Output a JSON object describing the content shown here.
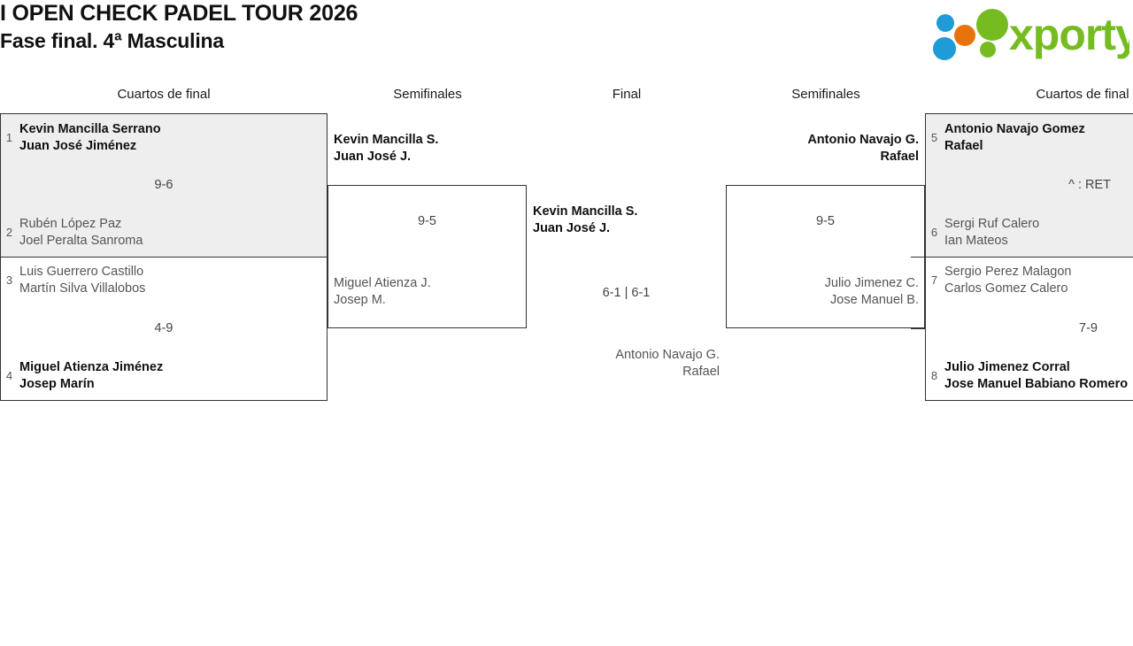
{
  "header": {
    "tournament_title": "I OPEN CHECK PADEL TOUR 2026",
    "phase_title": "Fase final. 4ª Masculina",
    "logo": {
      "wordmark": "xporty",
      "dot_colors": [
        "#1f9bd8",
        "#e8730c",
        "#76bc21"
      ],
      "text_color": "#76bc21"
    }
  },
  "columns": {
    "qf_left": "Cuartos de final",
    "sf_left": "Semifinales",
    "final": "Final",
    "sf_right": "Semifinales",
    "qf_right": "Cuartos de final"
  },
  "colors": {
    "box_border": "#333333",
    "box_fill_highlight": "#eeeeee",
    "winner_text": "#111111",
    "loser_text": "#555555",
    "score_text": "#444444"
  },
  "bracket": {
    "qf_left": [
      {
        "id": "qf1",
        "score": "9-6",
        "teams": [
          {
            "seed": "1",
            "p1": "Kevin Mancilla Serrano",
            "p2": "Juan José Jiménez",
            "result": "winner"
          },
          {
            "seed": "2",
            "p1": "Rubén López Paz",
            "p2": "Joel Peralta Sanroma",
            "result": "loser"
          }
        ]
      },
      {
        "id": "qf2",
        "score": "4-9",
        "teams": [
          {
            "seed": "3",
            "p1": "Luis Guerrero Castillo",
            "p2": "Martín Silva Villalobos",
            "result": "loser"
          },
          {
            "seed": "4",
            "p1": "Miguel Atienza Jiménez",
            "p2": "Josep Marín",
            "result": "winner"
          }
        ]
      }
    ],
    "sf_left": {
      "id": "sf1",
      "score": "9-5",
      "teams": [
        {
          "seed": "",
          "p1": "Kevin Mancilla S.",
          "p2": "Juan José J.",
          "result": "winner"
        },
        {
          "seed": "",
          "p1": "Miguel Atienza J.",
          "p2": "Josep M.",
          "result": "loser"
        }
      ]
    },
    "final": {
      "id": "final",
      "score": "6-1 | 6-1",
      "teams": [
        {
          "seed": "",
          "p1": "Kevin Mancilla S.",
          "p2": "Juan José J.",
          "result": "winner"
        },
        {
          "seed": "",
          "p1": "Antonio Navajo G.",
          "p2": "Rafael",
          "result": "loser"
        }
      ]
    },
    "sf_right": {
      "id": "sf2",
      "score": "9-5",
      "teams": [
        {
          "seed": "",
          "p1": "Antonio Navajo G.",
          "p2": "Rafael",
          "result": "winner"
        },
        {
          "seed": "",
          "p1": "Julio Jimenez C.",
          "p2": "Jose Manuel B.",
          "result": "loser"
        }
      ]
    },
    "qf_right": [
      {
        "id": "qf3",
        "score": "^ : RET",
        "teams": [
          {
            "seed": "5",
            "p1": "Antonio Navajo Gomez",
            "p2": "Rafael",
            "result": "winner"
          },
          {
            "seed": "6",
            "p1": "Sergi Ruf Calero",
            "p2": "Ian Mateos",
            "result": "loser"
          }
        ]
      },
      {
        "id": "qf4",
        "score": "7-9",
        "teams": [
          {
            "seed": "7",
            "p1": "Sergio Perez Malagon",
            "p2": "Carlos Gomez Calero",
            "result": "loser"
          },
          {
            "seed": "8",
            "p1": "Julio Jimenez Corral",
            "p2": "Jose Manuel Babiano Romero",
            "result": "winner"
          }
        ]
      }
    ]
  }
}
